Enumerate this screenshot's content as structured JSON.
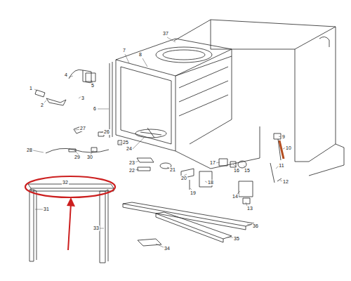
{
  "diagram": {
    "labels": [
      "37",
      "7",
      "8",
      "4",
      "5",
      "2",
      "3",
      "1",
      "6",
      "27",
      "26",
      "25",
      "28",
      "29",
      "30",
      "24",
      "23",
      "22",
      "21",
      "20",
      "19",
      "18",
      "17",
      "16",
      "15",
      "9",
      "10",
      "11",
      "12",
      "13",
      "14",
      "36",
      "35",
      "34",
      "33",
      "32",
      "31"
    ]
  }
}
